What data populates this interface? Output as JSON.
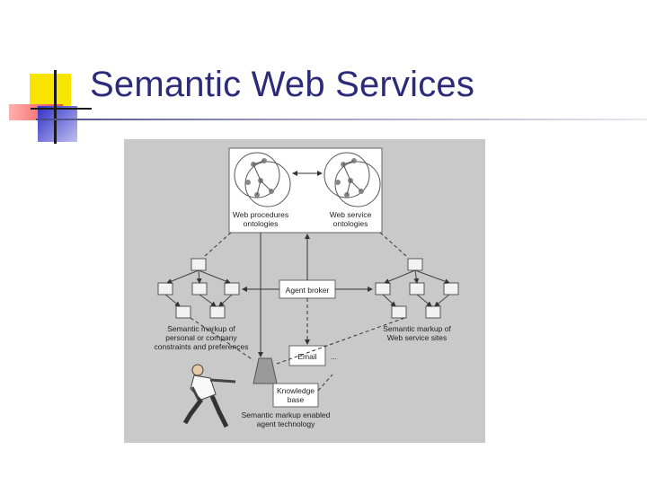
{
  "slide": {
    "title": "Semantic Web Services"
  },
  "diagram": {
    "web_procedures_ontologies": [
      "Web procedures",
      "ontologies"
    ],
    "web_service_ontologies": [
      "Web service",
      "ontologies"
    ],
    "agent_broker": "Agent broker",
    "email": "Email",
    "ellipsis": "...",
    "knowledge_base": [
      "Knowledge",
      "base"
    ],
    "personal_markup": [
      "Semantic markup of",
      "personal or company",
      "constraints and preferences"
    ],
    "web_sites_markup": [
      "Semantic markup of",
      "Web service sites"
    ],
    "agent_tech": [
      "Semantic markup enabled",
      "agent technology"
    ]
  },
  "colors": {
    "title": "#2b2b7a",
    "figure_bg": "#c9c9c9",
    "deco_yellow": "#f5e000",
    "deco_red": "#f06a6a",
    "deco_blue": "#5a5ad8"
  }
}
